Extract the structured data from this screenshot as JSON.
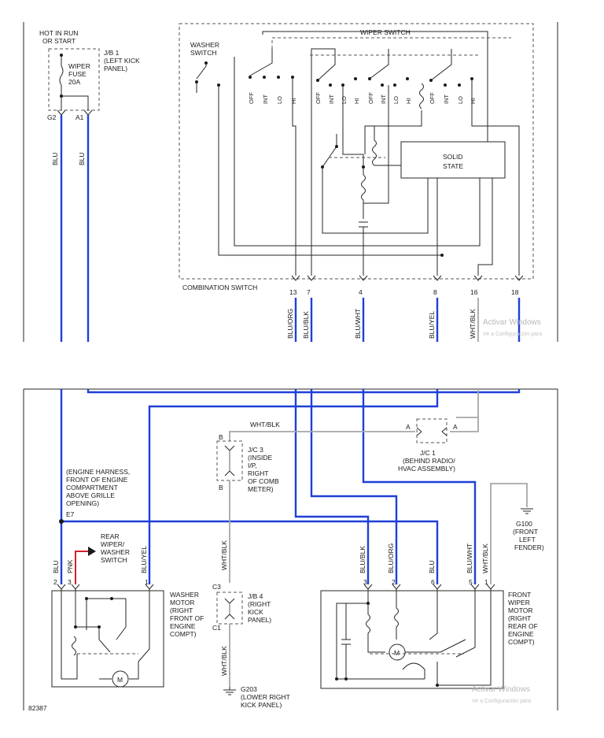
{
  "top": {
    "hot_in_run": "HOT IN RUN",
    "or_start": "OR START",
    "jb1_l1": "J/B 1",
    "jb1_l2": "(LEFT KICK",
    "jb1_l3": "PANEL)",
    "fuse_l1": "WIPER",
    "fuse_l2": "FUSE",
    "fuse_l3": "20A",
    "pin_g2": "G2",
    "pin_a1": "A1",
    "wire_blu": "BLU",
    "wiper_switch": "WIPER SWITCH",
    "washer_switch_l1": "WASHER",
    "washer_switch_l2": "SWITCH",
    "pos_off": "OFF",
    "pos_int": "INT",
    "pos_lo": "LO",
    "pos_hi": "HI",
    "solid_state_l1": "SOLID",
    "solid_state_l2": "STATE",
    "combination_switch": "COMBINATION SWITCH",
    "pins": [
      "13",
      "7",
      "4",
      "8",
      "16",
      "18"
    ],
    "wires": [
      "BLU/ORG",
      "BLU/BLK",
      "BLU/WHT",
      "BLU/YEL",
      "WHT/BLK"
    ]
  },
  "bottom": {
    "wht_blk": "WHT/BLK",
    "jc1_pin": "A",
    "jc1_l1": "J/C 1",
    "jc1_l2": "(BEHIND RADIO/",
    "jc1_l3": "HVAC ASSEMBLY)",
    "jc3_pin": "B",
    "jc3_lines": [
      "J/C 3",
      "(INSIDE",
      "I/P,",
      "RIGHT",
      "OF COMB",
      "METER)"
    ],
    "engine_harness": [
      "(ENGINE HARNESS,",
      "FRONT OF ENGINE",
      "COMPARTMENT",
      "ABOVE GRILLE",
      "OPENING)"
    ],
    "e7": "E7",
    "rear_washer": [
      "REAR",
      "WIPER/",
      "WASHER",
      "SWITCH"
    ],
    "left_wires": [
      "BLU",
      "PNK",
      "BLU/YEL"
    ],
    "left_pins": [
      "2",
      "3",
      "1"
    ],
    "washer_motor": [
      "WASHER",
      "MOTOR",
      "(RIGHT",
      "FRONT OF",
      "ENGINE",
      "COMPT)"
    ],
    "jb4_pin_top": "C3",
    "jb4_pin_bot": "C1",
    "jb4": [
      "J/B 4",
      "(RIGHT",
      "KICK",
      "PANEL)"
    ],
    "g203": [
      "G203",
      "(LOWER RIGHT",
      "KICK PANEL)"
    ],
    "g100": [
      "G100",
      "(FRONT",
      "LEFT",
      "FENDER)"
    ],
    "motor_wires": [
      "BLU/BLK",
      "BLU/ORG",
      "BLU",
      "BLU/WHT",
      "WHT/BLK"
    ],
    "motor_pins": [
      "3",
      "2",
      "6",
      "5",
      "1"
    ],
    "front_motor": [
      "FRONT",
      "WIPER",
      "MOTOR",
      "(RIGHT",
      "REAR OF",
      "ENGINE",
      "COMPT)"
    ],
    "motor_symbol": "M",
    "fig_number": "82387"
  },
  "watermark": {
    "line1": "Activar Windows",
    "line2": "Ve a Configuración para"
  }
}
